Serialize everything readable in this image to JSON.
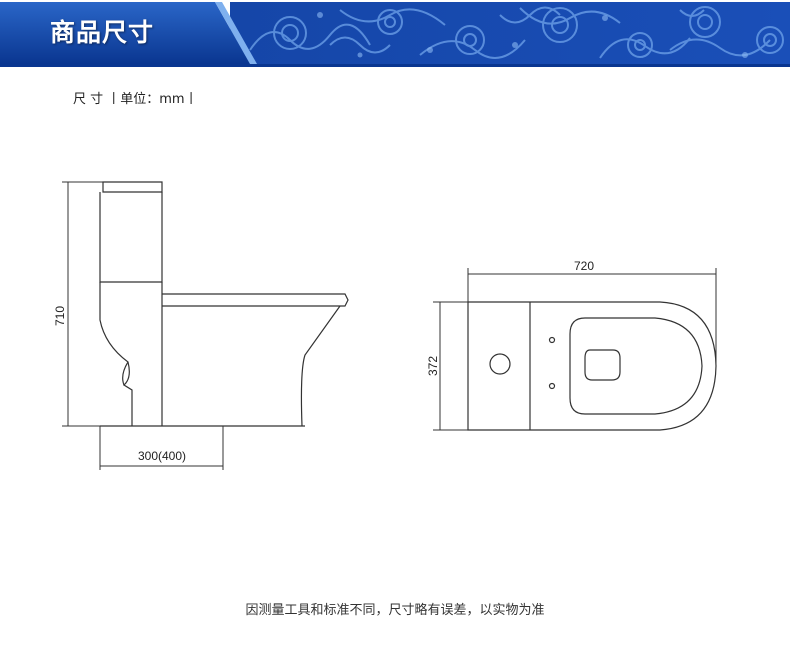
{
  "header": {
    "title": "商品尺寸"
  },
  "size_caption": "尺 寸 丨单位：mm丨",
  "side_view": {
    "height_label": "710",
    "depth_label": "300(400)"
  },
  "top_view": {
    "length_label": "720",
    "width_label": "372"
  },
  "footnote": "因测量工具和标准不同，尺寸略有误差，以实物为准",
  "colors": {
    "banner_blue": "#0d3f9e",
    "banner_light": "#4b86d8",
    "line": "#333333"
  }
}
